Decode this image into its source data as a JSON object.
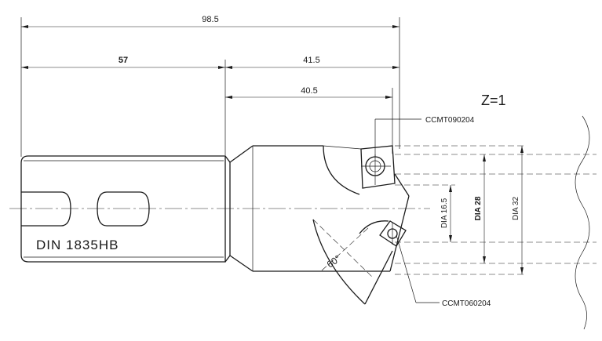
{
  "dimensions": {
    "overall_length": "98.5",
    "shank_length": "57",
    "body_length": "41.5",
    "insert_offset": "40.5"
  },
  "diameters": {
    "dia_small": "DIA 16.5",
    "dia_mid": "DIA 28",
    "dia_large": "DIA 32"
  },
  "angle": "60°",
  "flutes": "Z=1",
  "shank_standard": "DIN 1835HB",
  "inserts": {
    "top": "CCMT090204",
    "bottom": "CCMT060204"
  }
}
